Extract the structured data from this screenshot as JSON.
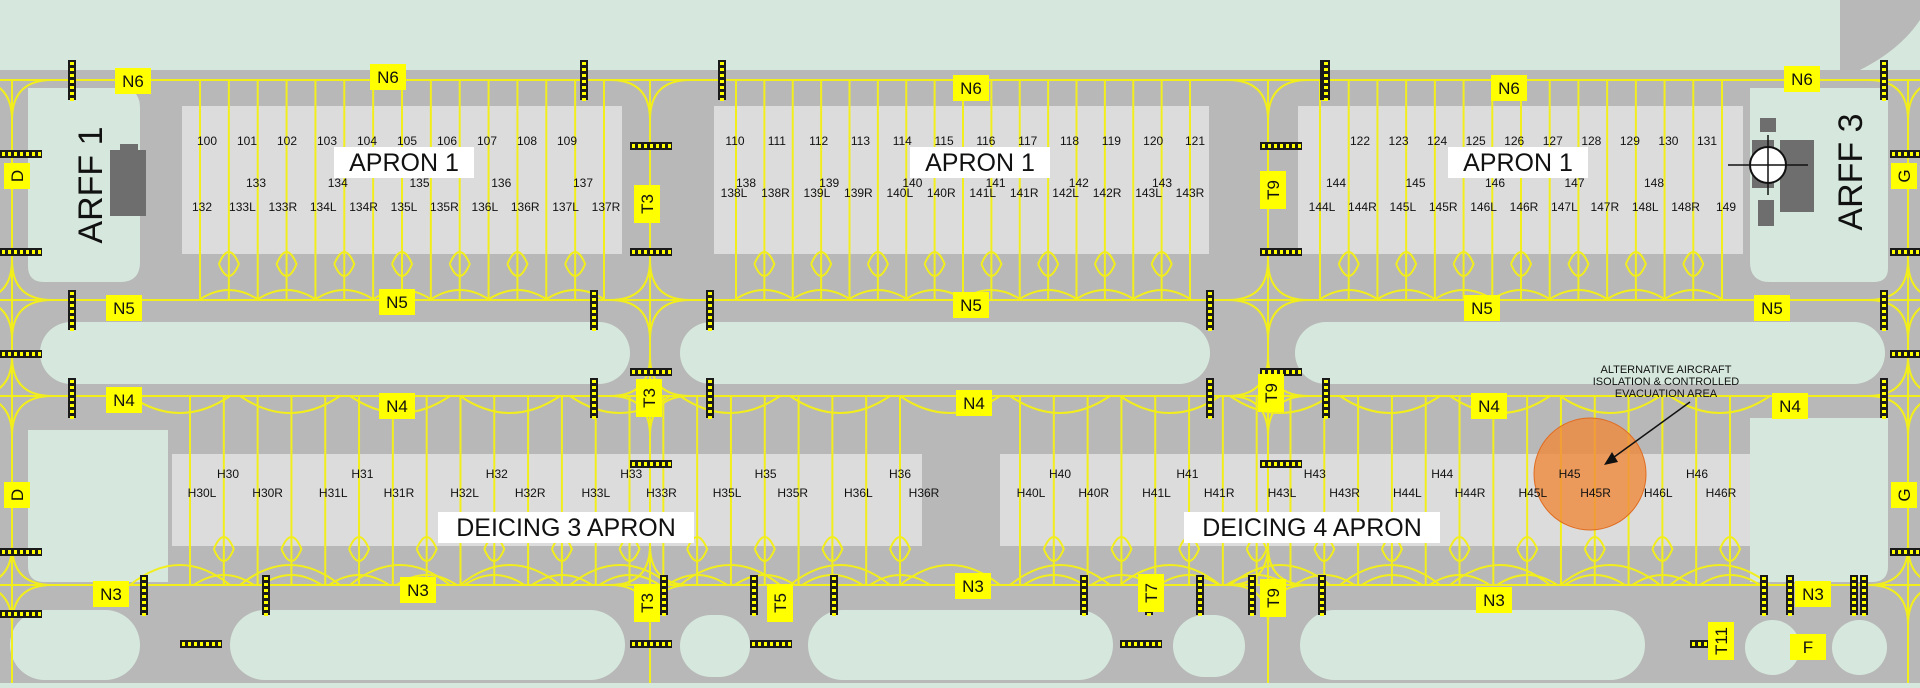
{
  "colors": {
    "grass": "#d6e8dd",
    "pavement": "#b8b8b8",
    "apron": "#dcdcdc",
    "centerline": "#f2ee1c",
    "sign": "#ffff00",
    "hold_bar": "#1a1a1a",
    "building": "#6e6e6e",
    "isolation_area": "#f08a3c"
  },
  "taxiway_labels": [
    "N6",
    "N6",
    "N6",
    "N6",
    "N6",
    "N5",
    "N5",
    "N5",
    "N5",
    "N5",
    "N4",
    "N4",
    "N4",
    "N4",
    "N4",
    "N3",
    "N3",
    "N3",
    "N3",
    "N3",
    "D",
    "D",
    "G",
    "G",
    "T3",
    "T3",
    "T3",
    "T9",
    "T9",
    "T9",
    "T5",
    "T7",
    "T11",
    "F"
  ],
  "arff_labels": [
    "ARFF 1",
    "ARFF 3"
  ],
  "apron_labels": [
    "APRON 1",
    "APRON 1",
    "APRON 1",
    "DEICING 3 APRON",
    "DEICING 4 APRON"
  ],
  "stands": {
    "apron1_west_top": [
      "100",
      "101",
      "102",
      "103",
      "104",
      "105",
      "106",
      "107",
      "108",
      "109"
    ],
    "apron1_west_mid": [
      "133",
      "134",
      "135",
      "136",
      "137"
    ],
    "apron1_west_low": [
      "132",
      "133L",
      "133R",
      "134L",
      "134R",
      "135L",
      "135R",
      "136L",
      "136R",
      "137L",
      "137R"
    ],
    "apron1_center_top": [
      "110",
      "111",
      "112",
      "113",
      "114",
      "115",
      "116",
      "117",
      "118",
      "119",
      "120",
      "121"
    ],
    "apron1_center_mid": [
      "138",
      "139",
      "140",
      "141",
      "142",
      "143"
    ],
    "apron1_center_low": [
      "138L",
      "138R",
      "139L",
      "139R",
      "140L",
      "140R",
      "141L",
      "141R",
      "142L",
      "142R",
      "143L",
      "143R"
    ],
    "apron1_east_top": [
      "122",
      "123",
      "124",
      "125",
      "126",
      "127",
      "128",
      "129",
      "130",
      "131"
    ],
    "apron1_east_mid": [
      "144",
      "145",
      "146",
      "147",
      "148"
    ],
    "apron1_east_low": [
      "144L",
      "144R",
      "145L",
      "145R",
      "146L",
      "146R",
      "147L",
      "147R",
      "148L",
      "148R",
      "149"
    ],
    "deicing3_top": [
      "H30",
      "H31",
      "H32",
      "H33",
      "H35",
      "H36"
    ],
    "deicing3_low": [
      "H30L",
      "H30R",
      "H31L",
      "H31R",
      "H32L",
      "H32R",
      "H33L",
      "H33R",
      "H35L",
      "H35R",
      "H36L",
      "H36R"
    ],
    "deicing4_top": [
      "H40",
      "H41",
      "H43",
      "H44",
      "H45",
      "H46"
    ],
    "deicing4_low": [
      "H40L",
      "H40R",
      "H41L",
      "H41R",
      "H43L",
      "H43R",
      "H44L",
      "H44R",
      "H45L",
      "H45R",
      "H46L",
      "H46R"
    ]
  },
  "annotation": {
    "lines": [
      "ALTERNATIVE AIRCRAFT",
      "ISOLATION & CONTROLLED",
      "EVACUATION AREA"
    ]
  }
}
